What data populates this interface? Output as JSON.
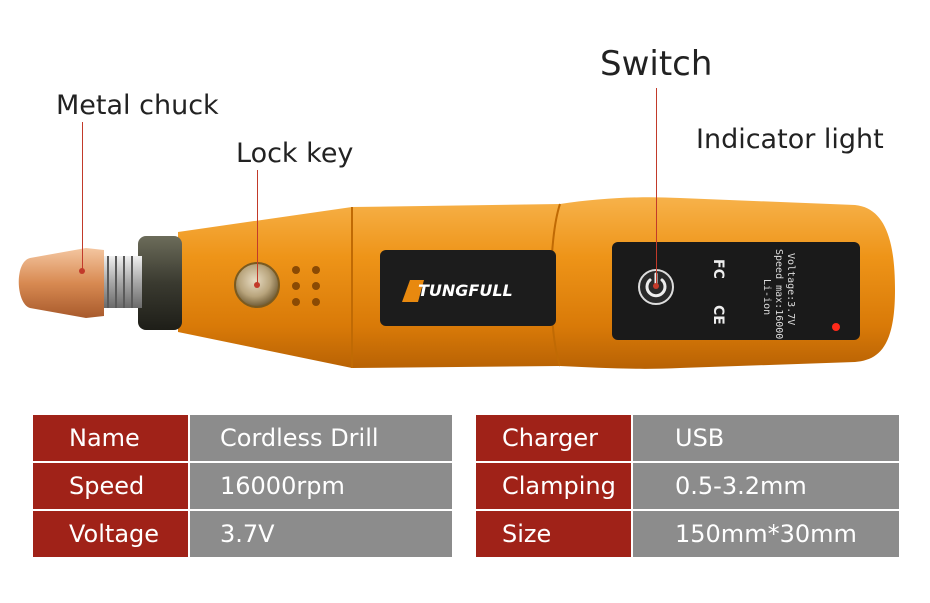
{
  "labels": {
    "metal_chuck": "Metal chuck",
    "lock_key": "Lock key",
    "switch": "Switch",
    "indicator_light": "Indicator light"
  },
  "brand": {
    "logo_text": "TUNGFULL"
  },
  "device_panel": {
    "voltage_text": "Voltage:3.7V",
    "speed_text": "Speed max:16000",
    "battery_text": "Li-ion",
    "fc_mark": "FC",
    "ce_mark": "CE"
  },
  "icons": {
    "power": "power-icon",
    "indicator": "indicator-light-icon"
  },
  "colors": {
    "body_orange": "#e8890f",
    "label_red": "#a02218",
    "value_gray": "#8c8c8c",
    "callout_line": "#c23a2a"
  },
  "specs_left": [
    {
      "key": "Name",
      "value": "Cordless Drill"
    },
    {
      "key": "Speed",
      "value": "16000rpm"
    },
    {
      "key": "Voltage",
      "value": "3.7V"
    }
  ],
  "specs_right": [
    {
      "key": "Charger",
      "value": "USB"
    },
    {
      "key": "Clamping",
      "value": "0.5-3.2mm"
    },
    {
      "key": "Size",
      "value": "150mm*30mm"
    }
  ]
}
